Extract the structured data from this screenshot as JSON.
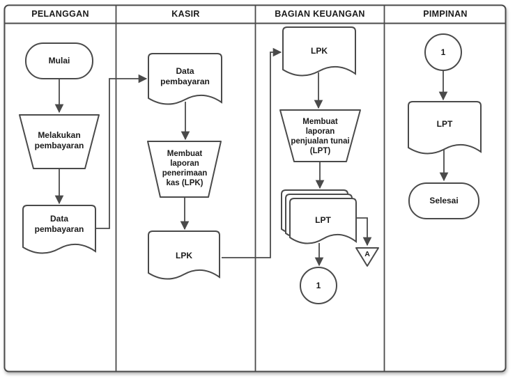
{
  "diagram": {
    "colors": {
      "stroke": "#4a4a4a",
      "fill": "#ffffff",
      "text": "#1a1a1a",
      "background": "#ffffff"
    },
    "lanes": [
      {
        "title": "PELANGGAN"
      },
      {
        "title": "KASIR"
      },
      {
        "title": "BAGIAN KEUANGAN"
      },
      {
        "title": "PIMPINAN"
      }
    ],
    "nodes": {
      "mulai": {
        "label": "Mulai",
        "shape": "terminator-start"
      },
      "melakukan_pembayaran": {
        "label": "Melakukan\npembayaran",
        "shape": "manual-operation"
      },
      "data_pembayaran_pelanggan": {
        "label": "Data\npembayaran",
        "shape": "document"
      },
      "data_pembayaran_kasir": {
        "label": "Data\npembayaran",
        "shape": "document"
      },
      "membuat_lpk": {
        "label": "Membuat\nlaporan\npenerimaan\nkas (LPK)",
        "shape": "manual-operation"
      },
      "lpk_kasir": {
        "label": "LPK",
        "shape": "document"
      },
      "lpk_keuangan": {
        "label": "LPK",
        "shape": "document"
      },
      "membuat_lpt": {
        "label": "Membuat\nlaporan\npenjualan tunai\n(LPT)",
        "shape": "manual-operation"
      },
      "lpt_keuangan": {
        "label": "LPT",
        "shape": "multi-document"
      },
      "offpage_1_keuangan": {
        "label": "1",
        "shape": "connector-circle"
      },
      "arsip_a": {
        "label": "A",
        "shape": "archive-triangle"
      },
      "offpage_1_pimpinan": {
        "label": "1",
        "shape": "connector-circle"
      },
      "lpt_pimpinan": {
        "label": "LPT",
        "shape": "document"
      },
      "selesai": {
        "label": "Selesai",
        "shape": "terminator-end"
      }
    }
  }
}
